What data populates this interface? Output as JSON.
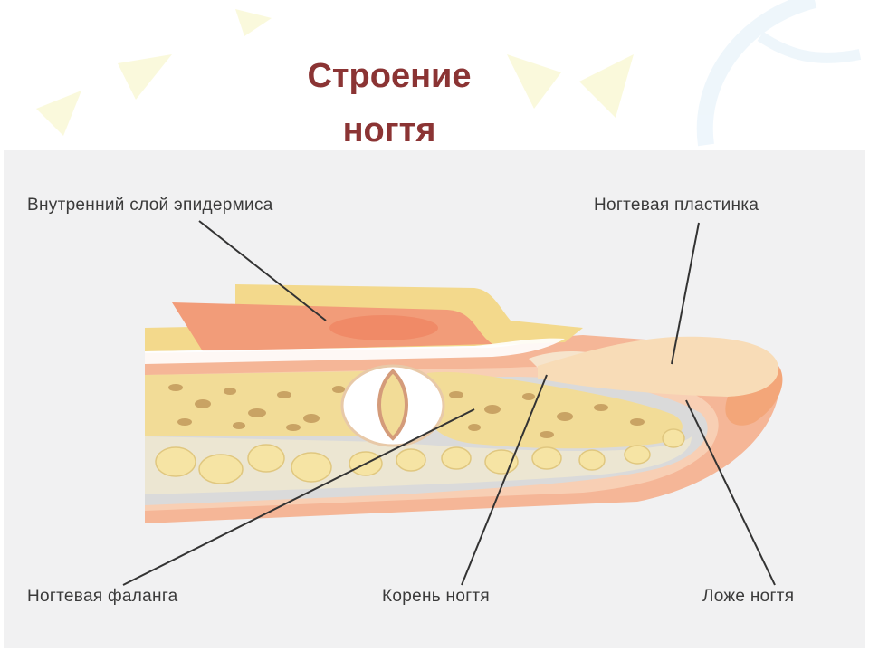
{
  "title": {
    "line1": "Строение",
    "line2": "ногтя"
  },
  "labels": {
    "inner_epidermis": "Внутренний слой эпидермиса",
    "nail_plate": "Ногтевая пластинка",
    "nail_phalanx": "Ногтевая фаланга",
    "nail_root": "Корень ногтя",
    "nail_bed": "Ложе ногтя"
  },
  "colors": {
    "title": "#8b3434",
    "panel": "#f1f1f2",
    "bone": "#f2dc97",
    "bone_spots": "#c9a364",
    "skin": "#f5b697",
    "epidermis": "#f29c79",
    "nail": "#f8dcb7",
    "cartilage": "#d7d7d7",
    "leader_lines": "#333333"
  }
}
